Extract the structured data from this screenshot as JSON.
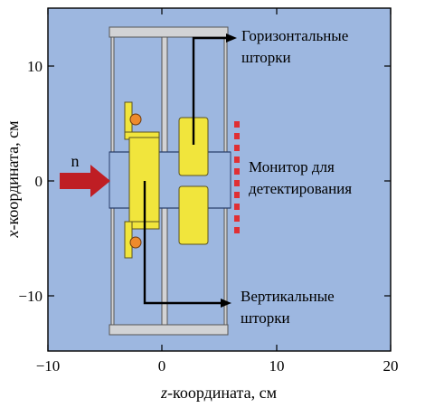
{
  "axes": {
    "x_axis": {
      "label_italic": "z",
      "label_rest": "-координата, см",
      "ticks": [
        "−10",
        "0",
        "10",
        "20"
      ]
    },
    "y_axis": {
      "label_italic": "x",
      "label_rest": "-координата, см",
      "ticks": [
        "10",
        "0",
        "−10"
      ]
    }
  },
  "labels": {
    "beam": "n",
    "horizontal_shutters": [
      "Горизонтальные",
      "шторки"
    ],
    "monitor": [
      "Монитор для",
      "детектирования"
    ],
    "vertical_shutters": [
      "Вертикальные",
      "шторки"
    ]
  },
  "colors": {
    "background": "#9db7e0",
    "frame": "#d2d3d5",
    "shutter_fill": "#f1e53c",
    "beam_arrow": "#bf1e24",
    "monitor_dots": "#e02f34",
    "orange_markers": "#ee8a2c"
  }
}
